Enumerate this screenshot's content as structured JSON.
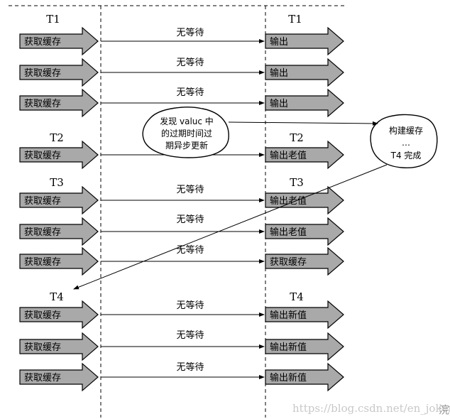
{
  "labels": {
    "t1": "T1",
    "t2": "T2",
    "t3": "T3",
    "t4": "T4",
    "get_cache": "获取缓存",
    "no_wait": "无等待",
    "output": "输出",
    "output_old": "输出老值",
    "output_new": "输出新值"
  },
  "bubble_left": {
    "line1": "发现 valuc 中",
    "line2": "的过期时间过",
    "line3": "期异步更新"
  },
  "bubble_right": {
    "line1": "构建缓存",
    "line2": "…",
    "line3": "T4 完成"
  },
  "watermark": "https://blog.csdn.net/en_joker",
  "edge_glyph": "浣",
  "colors": {
    "arrow_fill": "#a9a9a9",
    "stroke": "#000000",
    "watermark": "#c8c8c8"
  }
}
